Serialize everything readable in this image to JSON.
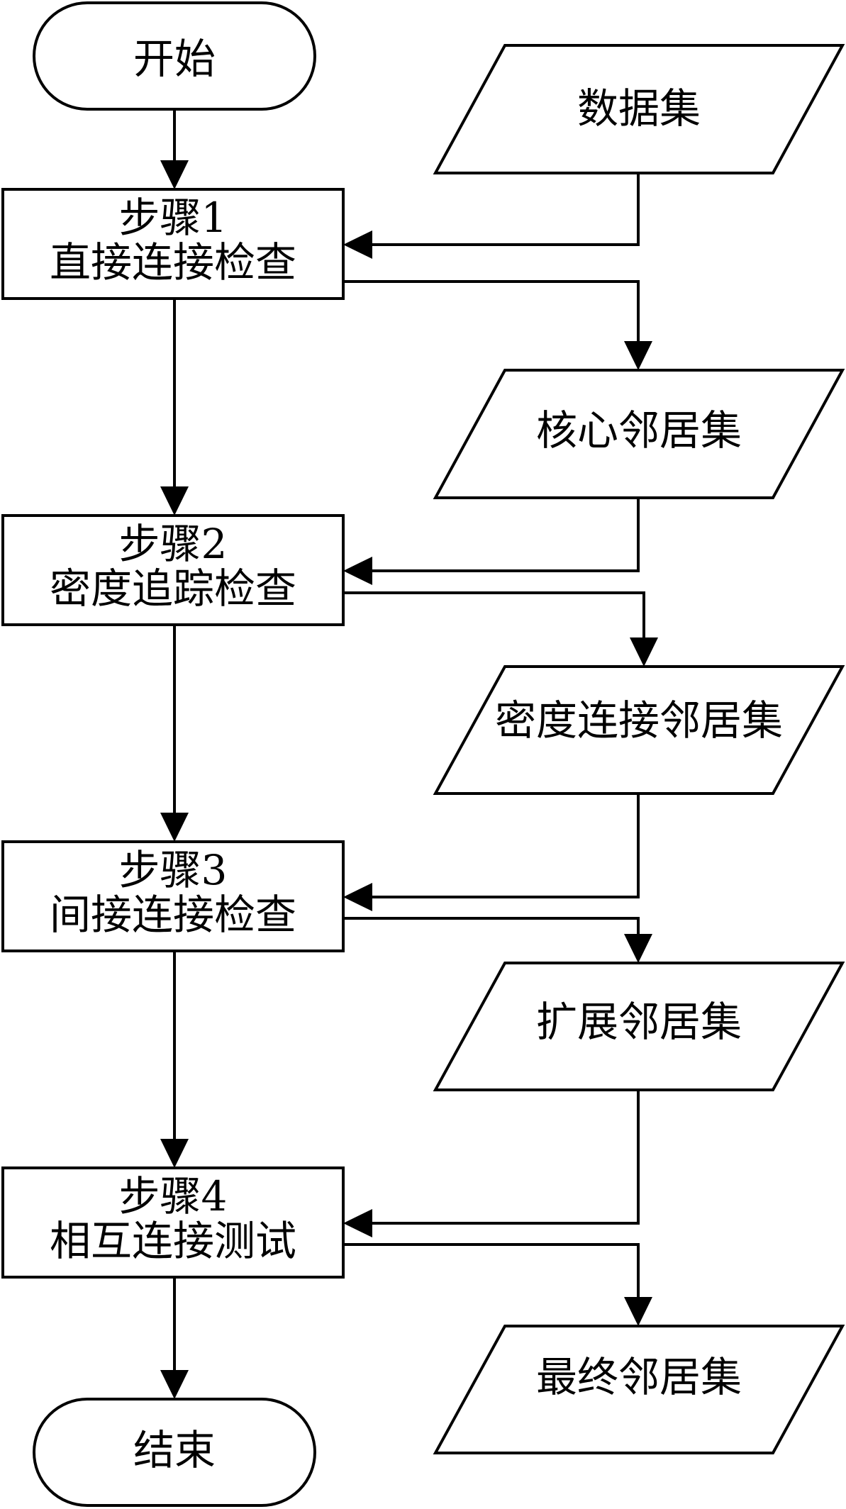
{
  "flowchart": {
    "start": "开始",
    "end": "结束",
    "steps": [
      {
        "title": "步骤1",
        "desc": "直接连接检查"
      },
      {
        "title": "步骤2",
        "desc": "密度追踪检查"
      },
      {
        "title": "步骤3",
        "desc": "间接连接检查"
      },
      {
        "title": "步骤4",
        "desc": "相互连接测试"
      }
    ],
    "datasets": [
      "数据集",
      "核心邻居集",
      "密度连接邻居集",
      "扩展邻居集",
      "最终邻居集"
    ]
  }
}
